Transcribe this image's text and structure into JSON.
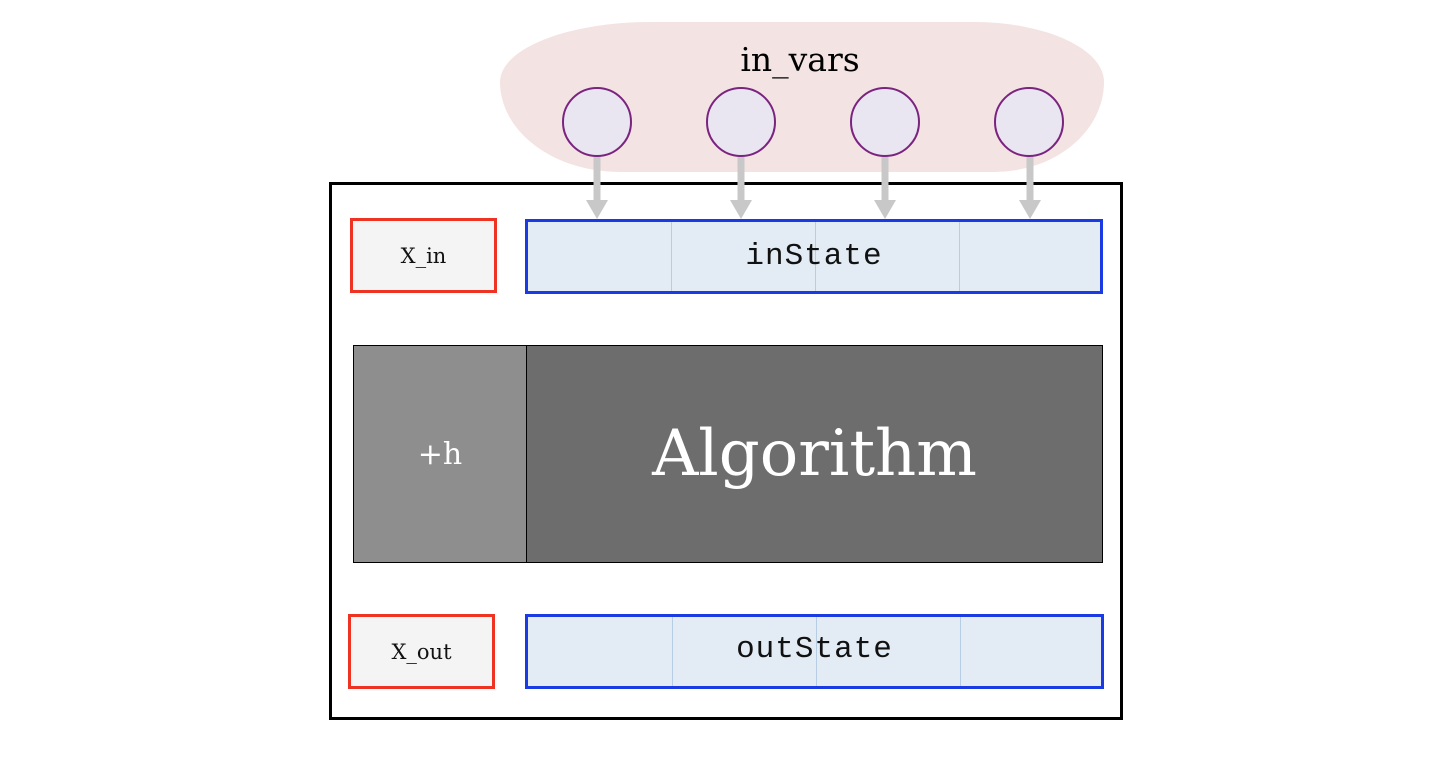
{
  "in_vars": {
    "title": "in_vars",
    "node_count": 4
  },
  "module": {
    "x_in_label": "X_in",
    "x_out_label": "X_out",
    "in_state_label": "inState",
    "out_state_label": "outState",
    "algo_prefix_label": "+h",
    "algo_label": "Algorithm"
  },
  "colors": {
    "cloud_fill": "#f4e3e3",
    "node_fill": "#e9e5f1",
    "node_stroke": "#7a2480",
    "x_box_border": "#ee3322",
    "state_border": "#1a3be3",
    "state_fill": "#e3ebf5",
    "algo_prefix_fill": "#8e8e8e",
    "algo_fill": "#6d6d6d",
    "arrow": "#c8c8c8"
  }
}
